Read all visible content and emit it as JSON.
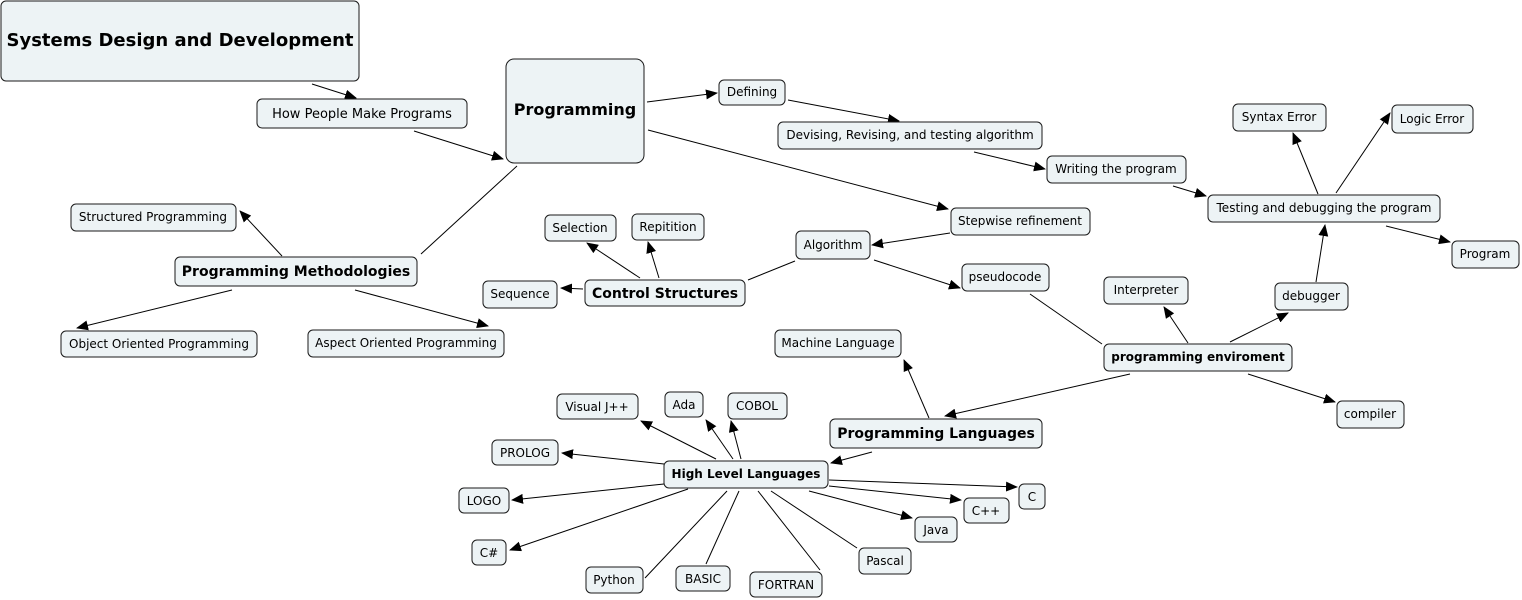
{
  "concept_map": {
    "nodes": {
      "systems": "Systems Design and Development",
      "how_people": "How People Make Programs",
      "programming": "Programming",
      "defining": "Defining",
      "devising": "Devising, Revising, and testing algorithm",
      "writing": "Writing the program",
      "testing": "Testing and debugging the program",
      "syntax_error": "Syntax Error",
      "logic_error": "Logic Error",
      "program": "Program",
      "debugger": "debugger",
      "interpreter": "Interpreter",
      "prog_env": "programming enviroment",
      "compiler": "compiler",
      "stepwise": "Stepwise refinement",
      "algorithm": "Algorithm",
      "pseudocode": "pseudocode",
      "control": "Control Structures",
      "selection": "Selection",
      "repitition": "Repitition",
      "sequence": "Sequence",
      "methodologies": "Programming Methodologies",
      "structured": "Structured Programming",
      "oop": "Object Oriented Programming",
      "aop": "Aspect Oriented Programming",
      "machine": "Machine Language",
      "prog_lang": "Programming Languages",
      "high_level": "High Level Languages",
      "visual_j": "Visual J++",
      "ada": "Ada",
      "cobol": "COBOL",
      "prolog": "PROLOG",
      "logo": "LOGO",
      "csharp": "C#",
      "python": "Python",
      "basic": "BASIC",
      "fortran": "FORTRAN",
      "pascal": "Pascal",
      "java": "Java",
      "cpp": "C++",
      "c": "C"
    }
  }
}
